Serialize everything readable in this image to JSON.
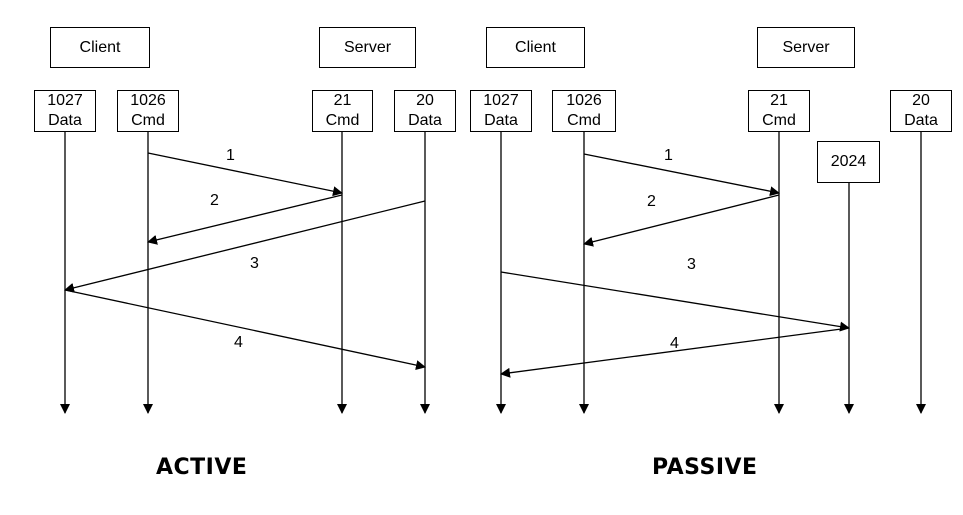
{
  "active": {
    "caption": "ACTIVE",
    "client_label": "Client",
    "server_label": "Server",
    "ports": {
      "client_data": {
        "number": "1027",
        "kind": "Data"
      },
      "client_cmd": {
        "number": "1026",
        "kind": "Cmd"
      },
      "server_cmd": {
        "number": "21",
        "kind": "Cmd"
      },
      "server_data": {
        "number": "20",
        "kind": "Data"
      }
    },
    "messages": [
      "1",
      "2",
      "3",
      "4"
    ]
  },
  "passive": {
    "caption": "PASSIVE",
    "client_label": "Client",
    "server_label": "Server",
    "ports": {
      "client_data": {
        "number": "1027",
        "kind": "Data"
      },
      "client_cmd": {
        "number": "1026",
        "kind": "Cmd"
      },
      "server_cmd": {
        "number": "21",
        "kind": "Cmd"
      },
      "server_passive": {
        "number": "2024"
      },
      "server_data": {
        "number": "20",
        "kind": "Data"
      }
    },
    "messages": [
      "1",
      "2",
      "3",
      "4"
    ]
  }
}
